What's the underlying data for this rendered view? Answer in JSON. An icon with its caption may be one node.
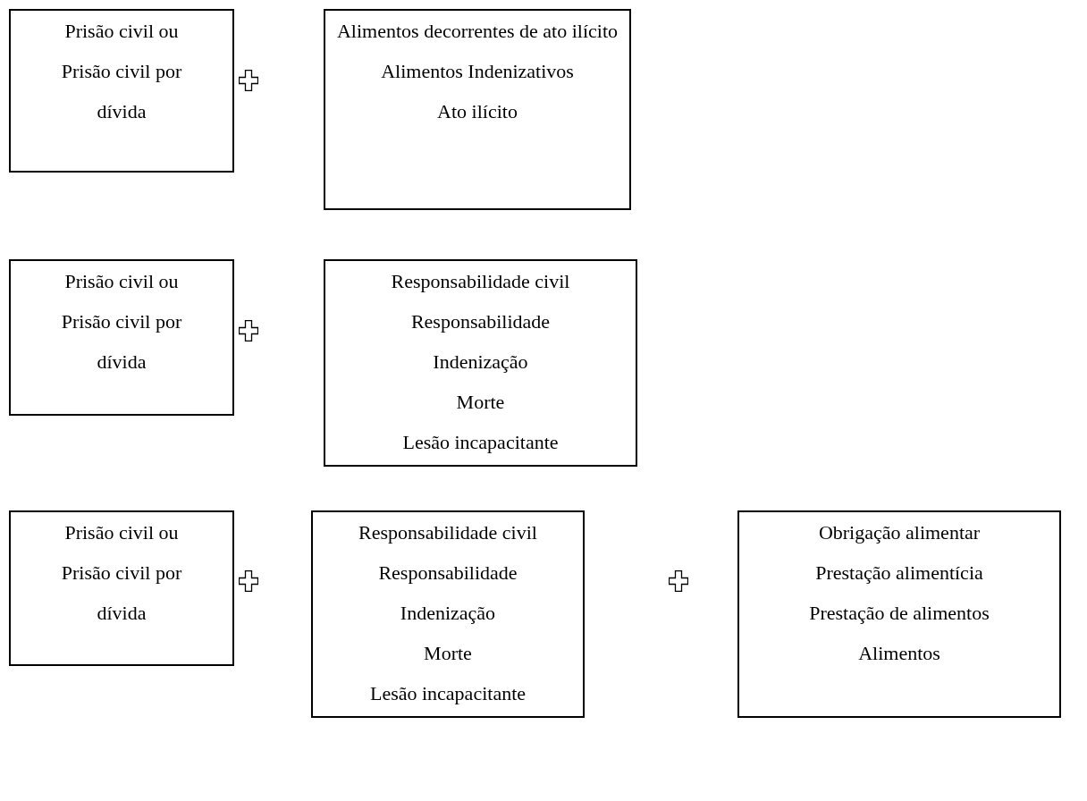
{
  "diagram": {
    "nodes": [
      {
        "text": [
          "Prisão civil ou Prisão civil por dívida"
        ]
      },
      {
        "text": [
          "Alimentos decorrentes de ato ilícito",
          "Alimentos Indenizativos",
          "Ato ilícito"
        ]
      },
      {
        "text": [
          "Prisão civil ou Prisão civil por dívida"
        ]
      },
      {
        "text": [
          "Responsabilidade civil",
          "Responsabilidade",
          "Indenização",
          "Morte",
          "Lesão incapacitante"
        ]
      },
      {
        "text": [
          "Prisão civil ou Prisão civil por dívida"
        ]
      },
      {
        "text": [
          "Responsabilidade civil",
          "Responsabilidade",
          "Indenização",
          "Morte",
          "Lesão incapacitante"
        ]
      },
      {
        "text": [
          "Obrigação alimentar",
          "Prestação alimentícia",
          "Prestação de alimentos",
          "Alimentos"
        ]
      }
    ]
  }
}
